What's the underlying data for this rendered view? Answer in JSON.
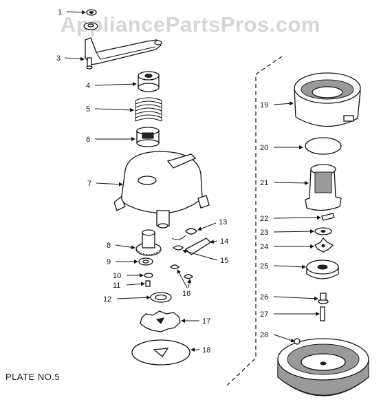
{
  "watermark": "AppliancePartsPros.com",
  "plate_label": "PLATE NO.5",
  "callouts": {
    "c1": "1",
    "c3": "3",
    "c4": "4",
    "c5": "5",
    "c6": "6",
    "c7": "7",
    "c8": "8",
    "c9": "9",
    "c10": "10",
    "c11": "11",
    "c12": "12",
    "c13": "13",
    "c14": "14",
    "c15": "15",
    "c16": "16",
    "c17": "17",
    "c18": "18",
    "c19": "19",
    "c20": "20",
    "c21": "21",
    "c22": "22",
    "c23": "23",
    "c24": "24",
    "c25": "25",
    "c26": "26",
    "c27": "27",
    "c28": "28"
  }
}
